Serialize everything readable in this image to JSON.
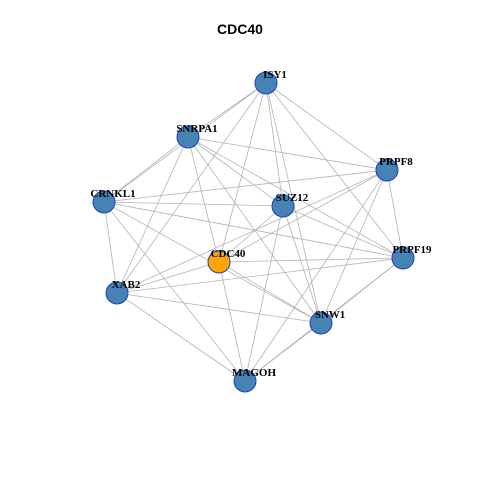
{
  "title": "CDC40",
  "colors": {
    "node_fill": "#4682b4",
    "center_fill": "#ffa500",
    "node_border": "#1f3fbf",
    "edge": "#b4b4b4"
  },
  "nodes": [
    {
      "id": "ISY1",
      "center": false
    },
    {
      "id": "SNRPA1",
      "center": false
    },
    {
      "id": "PRPF8",
      "center": false
    },
    {
      "id": "CRNKL1",
      "center": false
    },
    {
      "id": "SUZ12",
      "center": false
    },
    {
      "id": "CDC40",
      "center": true
    },
    {
      "id": "PRPF19",
      "center": false
    },
    {
      "id": "XAB2",
      "center": false
    },
    {
      "id": "SNW1",
      "center": false
    },
    {
      "id": "MAGOH",
      "center": false
    }
  ],
  "edges": [
    [
      "ISY1",
      "SNRPA1"
    ],
    [
      "ISY1",
      "CRNKL1"
    ],
    [
      "ISY1",
      "XAB2"
    ],
    [
      "ISY1",
      "CDC40"
    ],
    [
      "ISY1",
      "SUZ12"
    ],
    [
      "ISY1",
      "PRPF8"
    ],
    [
      "ISY1",
      "PRPF19"
    ],
    [
      "ISY1",
      "SNW1"
    ],
    [
      "SNRPA1",
      "CRNKL1"
    ],
    [
      "SNRPA1",
      "XAB2"
    ],
    [
      "SNRPA1",
      "CDC40"
    ],
    [
      "SNRPA1",
      "SUZ12"
    ],
    [
      "SNRPA1",
      "PRPF8"
    ],
    [
      "SNRPA1",
      "PRPF19"
    ],
    [
      "SNRPA1",
      "SNW1"
    ],
    [
      "PRPF8",
      "CRNKL1"
    ],
    [
      "PRPF8",
      "CDC40"
    ],
    [
      "PRPF8",
      "PRPF19"
    ],
    [
      "PRPF8",
      "SNW1"
    ],
    [
      "PRPF8",
      "MAGOH"
    ],
    [
      "PRPF8",
      "XAB2"
    ],
    [
      "CRNKL1",
      "SUZ12"
    ],
    [
      "CRNKL1",
      "XAB2"
    ],
    [
      "CRNKL1",
      "SNW1"
    ],
    [
      "CRNKL1",
      "MAGOH"
    ],
    [
      "CRNKL1",
      "PRPF19"
    ],
    [
      "SUZ12",
      "SNW1"
    ],
    [
      "SUZ12",
      "MAGOH"
    ],
    [
      "SUZ12",
      "PRPF19"
    ],
    [
      "SUZ12",
      "CDC40"
    ],
    [
      "CDC40",
      "PRPF19"
    ],
    [
      "CDC40",
      "SNW1"
    ],
    [
      "CDC40",
      "MAGOH"
    ],
    [
      "CDC40",
      "XAB2"
    ],
    [
      "XAB2",
      "SNW1"
    ],
    [
      "XAB2",
      "MAGOH"
    ],
    [
      "XAB2",
      "PRPF19"
    ],
    [
      "PRPF19",
      "SNW1"
    ],
    [
      "PRPF19",
      "MAGOH"
    ],
    [
      "SNW1",
      "MAGOH"
    ]
  ]
}
